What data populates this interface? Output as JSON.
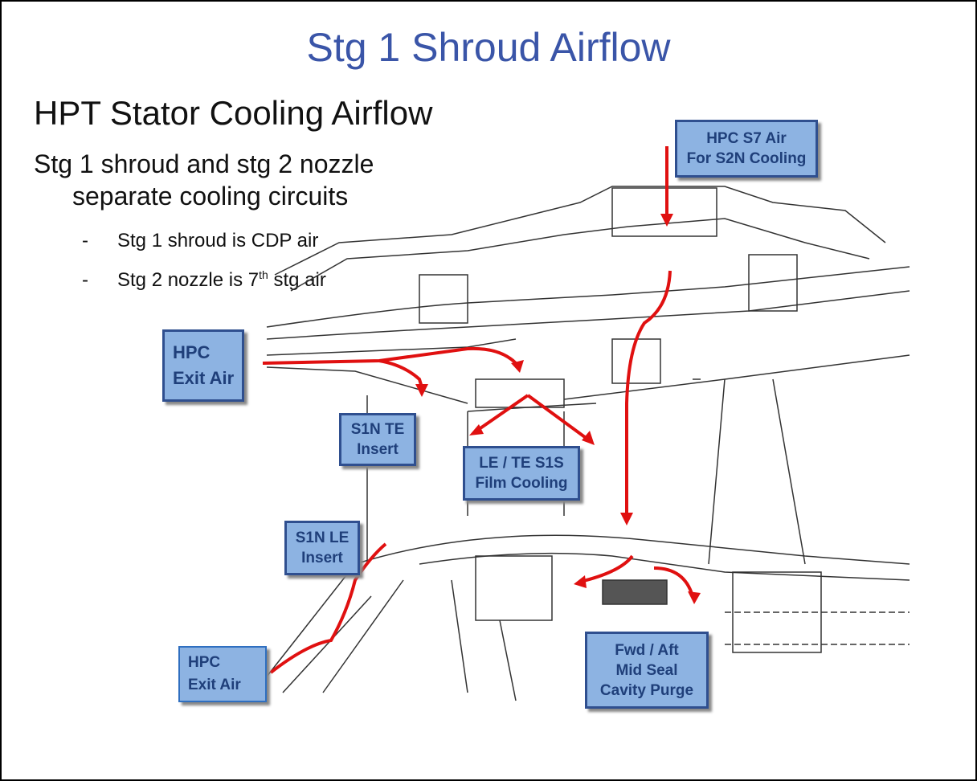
{
  "title": "Stg 1 Shroud Airflow",
  "heading": "HPT Stator Cooling Airflow",
  "subheading": [
    "Stg 1 shroud and stg 2 nozzle",
    "separate cooling circuits"
  ],
  "bullets": [
    {
      "dash": "-",
      "text": "Stg 1 shroud is CDP air",
      "sup": ""
    },
    {
      "dash": "-",
      "text": "Stg 2 nozzle is 7",
      "sup": "th",
      "tail": " stg air"
    }
  ],
  "labels": {
    "hpc_s7": [
      "HPC S7 Air",
      "For S2N Cooling"
    ],
    "hpc_exit_top": [
      "HPC",
      "Exit Air"
    ],
    "s1n_te": [
      "S1N TE",
      "Insert"
    ],
    "le_te_s1s": [
      "LE / TE S1S",
      "Film Cooling"
    ],
    "s1n_le": [
      "S1N LE",
      "Insert"
    ],
    "hpc_exit_bottom": [
      "HPC",
      "Exit Air"
    ],
    "mid_seal": [
      "Fwd / Aft",
      "Mid Seal",
      "Cavity Purge"
    ]
  },
  "colors": {
    "title": "#3a55a8",
    "label_fill": "#8db3e2",
    "label_border": "#2f4f8f",
    "arrow": "#e01010"
  }
}
